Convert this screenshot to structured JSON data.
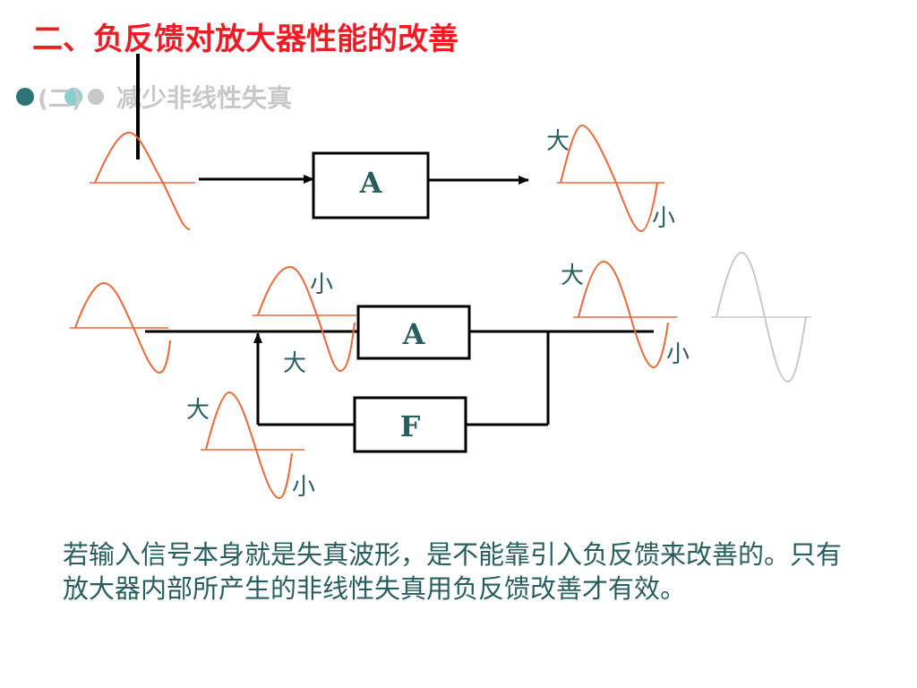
{
  "title": "二、负反馈对放大器性能的改善",
  "subtitle": {
    "paren": "(二)",
    "text": "减少非线性失真"
  },
  "diagram": {
    "top_block_label": "A",
    "amp_block_label": "A",
    "feedback_block_label": "F",
    "labels": {
      "top_out_big": "大",
      "top_out_small": "小",
      "fb_in_small": "小",
      "fb_in_big": "大",
      "fb_out_big": "大",
      "fb_out_small": "小",
      "fb_signal_big": "大",
      "fb_signal_small": "小"
    },
    "colors": {
      "wave": "#e8693a",
      "faded_wave": "#c8c8c8",
      "line": "#000000",
      "label": "#2a5e5e"
    }
  },
  "description": "若输入信号本身就是失真波形，是不能靠引入负反馈来改善的。只有放大器内部所产生的非线性失真用负反馈改善才有效。"
}
